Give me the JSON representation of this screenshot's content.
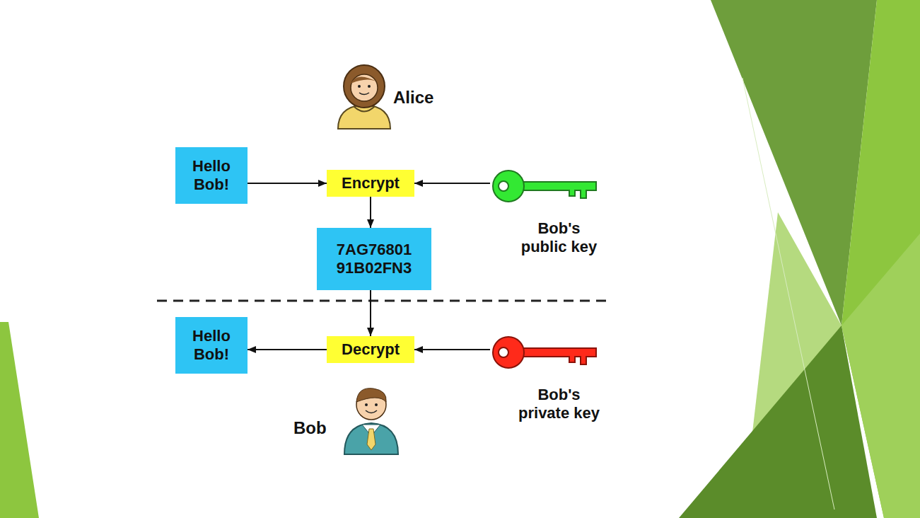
{
  "diagram": {
    "nodes": [
      {
        "text": [
          "Hello Bob!"
        ]
      },
      {
        "text": [
          "Encrypt"
        ]
      },
      {
        "text": [
          "Bob's public key"
        ]
      },
      {
        "text": [
          "7AG76801 91B02FN3"
        ]
      },
      {
        "text": [
          "Hello Bob!"
        ]
      },
      {
        "text": [
          "Decrypt"
        ]
      },
      {
        "text": [
          "Bob's private key"
        ]
      }
    ],
    "edges": [
      {
        "from": 0,
        "to": 1,
        "arrow": "to"
      },
      {
        "from": 2,
        "to": 1,
        "arrow": "to"
      },
      {
        "from": 1,
        "to": 3,
        "arrow": "to"
      },
      {
        "from": 3,
        "to": 5,
        "arrow": "to"
      },
      {
        "from": 6,
        "to": 5,
        "arrow": "to"
      },
      {
        "from": 5,
        "to": 4,
        "arrow": "to"
      }
    ],
    "labels": [
      "Alice",
      "Bob"
    ]
  }
}
